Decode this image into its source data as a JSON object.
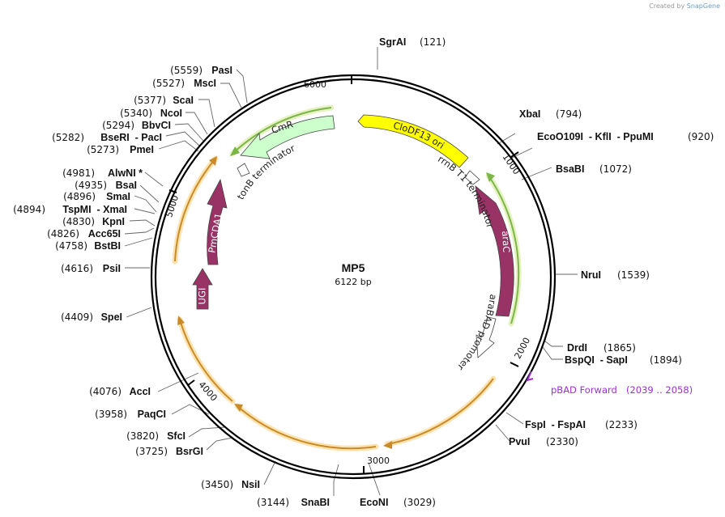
{
  "watermark": {
    "prefix": "Created by",
    "brand": "SnapGene"
  },
  "plasmid": {
    "name": "MP5",
    "size_label": "6122 bp",
    "length": 6122
  },
  "ticks": [
    {
      "pos": 1000,
      "label": "1000"
    },
    {
      "pos": 2000,
      "label": "2000"
    },
    {
      "pos": 3000,
      "label": "3000"
    },
    {
      "pos": 4000,
      "label": "4000"
    },
    {
      "pos": 5000,
      "label": "5000"
    },
    {
      "pos": 6000,
      "label": "6000"
    }
  ],
  "sites": [
    {
      "name": "SgrAI",
      "pos": 121,
      "pos_label": "(121)"
    },
    {
      "name": "XbaI",
      "pos": 794,
      "pos_label": "(794)"
    },
    {
      "name": "EcoO109I  - KflI  - PpuMI",
      "pos": 920,
      "pos_label": "(920)"
    },
    {
      "name": "BsaBI",
      "pos": 1072,
      "pos_label": "(1072)"
    },
    {
      "name": "NruI",
      "pos": 1539,
      "pos_label": "(1539)"
    },
    {
      "name": "DrdI",
      "pos": 1865,
      "pos_label": "(1865)"
    },
    {
      "name": "BspQI  - SapI",
      "pos": 1894,
      "pos_label": "(1894)"
    },
    {
      "name": "FspI  - FspAI",
      "pos": 2233,
      "pos_label": "(2233)"
    },
    {
      "name": "PvuI",
      "pos": 2330,
      "pos_label": "(2330)"
    },
    {
      "name": "EcoNI",
      "pos": 3029,
      "pos_label": "(3029)"
    },
    {
      "name": "SnaBI",
      "pos": 3144,
      "pos_label": "(3144)"
    },
    {
      "name": "NsiI",
      "pos": 3450,
      "pos_label": "(3450)"
    },
    {
      "name": "BsrGI",
      "pos": 3725,
      "pos_label": "(3725)"
    },
    {
      "name": "SfcI",
      "pos": 3820,
      "pos_label": "(3820)"
    },
    {
      "name": "PaqCI",
      "pos": 3958,
      "pos_label": "(3958)"
    },
    {
      "name": "AccI",
      "pos": 4076,
      "pos_label": "(4076)"
    },
    {
      "name": "SpeI",
      "pos": 4409,
      "pos_label": "(4409)"
    },
    {
      "name": "PsiI",
      "pos": 4616,
      "pos_label": "(4616)"
    },
    {
      "name": "BstBI",
      "pos": 4758,
      "pos_label": "(4758)"
    },
    {
      "name": "Acc65I",
      "pos": 4826,
      "pos_label": "(4826)"
    },
    {
      "name": "KpnI",
      "pos": 4830,
      "pos_label": "(4830)"
    },
    {
      "name": "TspMI  - XmaI",
      "pos": 4894,
      "pos_label": "(4894)"
    },
    {
      "name": "SmaI",
      "pos": 4896,
      "pos_label": "(4896)"
    },
    {
      "name": "BsaI",
      "pos": 4935,
      "pos_label": "(4935)"
    },
    {
      "name": "AlwNI *",
      "pos": 4981,
      "pos_label": "(4981)"
    },
    {
      "name": "PmeI",
      "pos": 5273,
      "pos_label": "(5273)"
    },
    {
      "name": "BseRI  - PacI",
      "pos": 5282,
      "pos_label": "(5282)"
    },
    {
      "name": "BbvCI",
      "pos": 5294,
      "pos_label": "(5294)"
    },
    {
      "name": "NcoI",
      "pos": 5340,
      "pos_label": "(5340)"
    },
    {
      "name": "ScaI",
      "pos": 5377,
      "pos_label": "(5377)"
    },
    {
      "name": "MscI",
      "pos": 5527,
      "pos_label": "(5527)"
    },
    {
      "name": "PasI",
      "pos": 5559,
      "pos_label": "(5559)"
    }
  ],
  "primer": {
    "name": "pBAD Forward",
    "range_label": "(2039 .. 2058)",
    "color": "#9b30d0"
  },
  "features": [
    {
      "name": "CloDF13 ori",
      "type": "ori",
      "color": "#ffff00"
    },
    {
      "name": "rrnB T1 terminator",
      "type": "terminator",
      "color": "#ffffff"
    },
    {
      "name": "araC",
      "type": "cds",
      "color": "#993366"
    },
    {
      "name": "araBAD promoter",
      "type": "promoter",
      "color": "#ffffff"
    },
    {
      "name": "CmR",
      "type": "cds",
      "color": "#ccffcc"
    },
    {
      "name": "tonB terminator",
      "type": "terminator",
      "color": "#ffffff"
    },
    {
      "name": "PmCDA1",
      "type": "cds",
      "color": "#993366"
    },
    {
      "name": "UGI",
      "type": "cds",
      "color": "#993366"
    }
  ],
  "orf_arcs": [
    {
      "color": "#7ab648",
      "glow": "#e6f2c2"
    },
    {
      "color": "#c98b2a",
      "glow": "#fde3b0"
    }
  ]
}
